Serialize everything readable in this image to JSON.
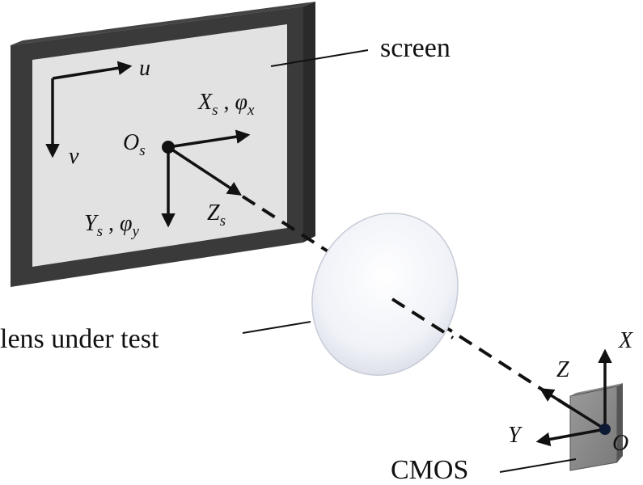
{
  "labels": {
    "screen": "screen",
    "lens": "lens under test",
    "cmos": "CMOS"
  },
  "screen_axes": {
    "u": "u",
    "v": "v",
    "origin_main": "O",
    "origin_sub": "s",
    "x_main": "X",
    "x_sub": "s",
    "x_sep": " , ",
    "x_phi": "φ",
    "x_phi_sub": "x",
    "y_main": "Y",
    "y_sub": "s",
    "y_sep": " , ",
    "y_phi": "φ",
    "y_phi_sub": "y",
    "z_main": "Z",
    "z_sub": "s"
  },
  "cmos_axes": {
    "x": "X",
    "y": "Y",
    "z": "Z",
    "origin": "O"
  }
}
